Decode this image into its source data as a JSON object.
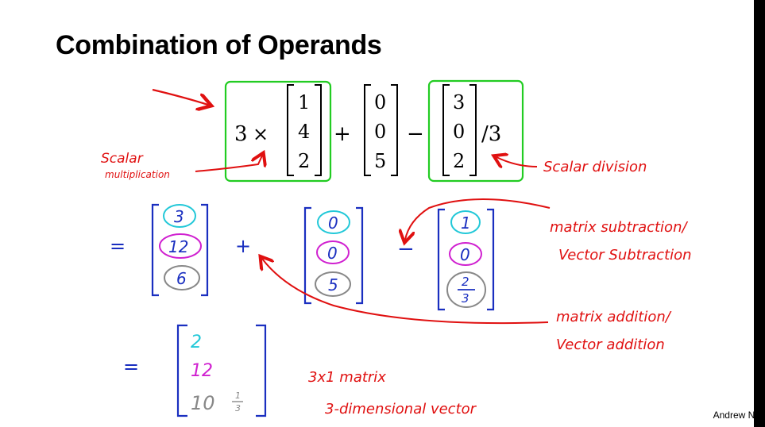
{
  "slide": {
    "title": "Combination of Operands",
    "credit": "Andrew Ng"
  },
  "expression": {
    "scalar_mul": "3",
    "times": "×",
    "vec_a": [
      "1",
      "4",
      "2"
    ],
    "plus": "+",
    "vec_b": [
      "0",
      "0",
      "5"
    ],
    "minus": "−",
    "vec_c": [
      "3",
      "0",
      "2"
    ],
    "div": "/3"
  },
  "step2": {
    "equals": "=",
    "vec_a": [
      "3",
      "12",
      "6"
    ],
    "plus": "+",
    "vec_b": [
      "0",
      "0",
      "5"
    ],
    "minus": "−",
    "vec_c": [
      "1",
      "0"
    ],
    "frac_num": "2",
    "frac_den": "3"
  },
  "result": {
    "equals": "=",
    "values": [
      "2",
      "12",
      "10"
    ],
    "frac_num": "1",
    "frac_den": "3"
  },
  "annotations": {
    "scalar_mul_line1": "Scalar",
    "scalar_mul_line2": "multiplication",
    "scalar_div": "Scalar division",
    "mat_sub_line1": "matrix subtraction/",
    "mat_sub_line2": "Vector Subtraction",
    "mat_add_line1": "matrix addition/",
    "mat_add_line2": "Vector addition",
    "dims_line1": "3x1 matrix",
    "dims_line2": "3-dimensional vector"
  },
  "colors": {
    "red_ink": "#e01010",
    "green_box": "#22cc22",
    "blue_ink": "#1a2fc0",
    "cyan_ink": "#22c8d8",
    "magenta_ink": "#d020d0",
    "gray_ink": "#888888",
    "black_ink": "#000000"
  }
}
